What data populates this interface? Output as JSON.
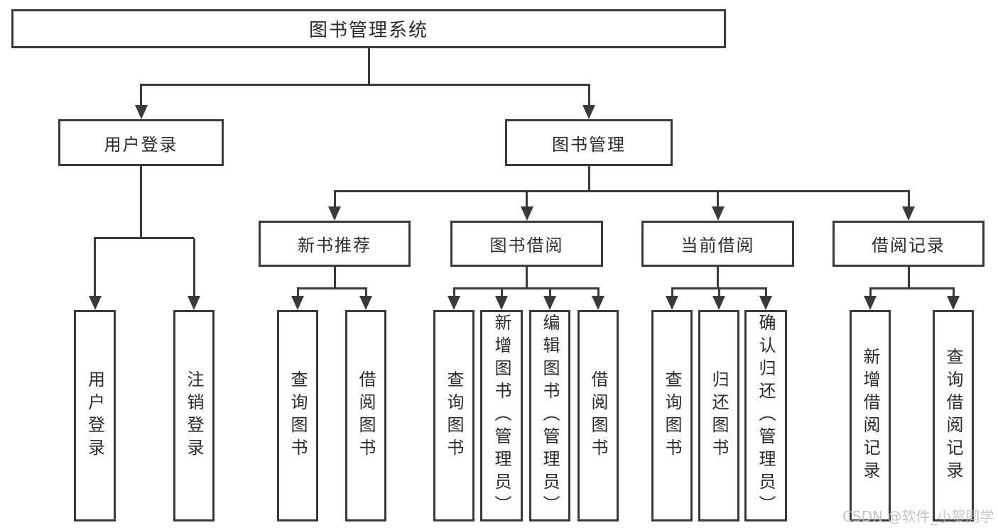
{
  "diagram": {
    "root": {
      "label": "图书管理系统"
    },
    "level2": [
      {
        "id": "user-login",
        "label": "用户登录"
      },
      {
        "id": "book-management",
        "label": "图书管理"
      }
    ],
    "level3": [
      {
        "id": "new-book-recommend",
        "label": "新书推荐"
      },
      {
        "id": "book-borrow",
        "label": "图书借阅"
      },
      {
        "id": "current-borrow",
        "label": "当前借阅"
      },
      {
        "id": "borrow-records",
        "label": "借阅记录"
      }
    ],
    "leaves": [
      {
        "id": "leaf-user-login",
        "parent": "user-login",
        "label": "用户登录"
      },
      {
        "id": "leaf-logout",
        "parent": "user-login",
        "label": "注销登录"
      },
      {
        "id": "leaf-query-books-recommend",
        "parent": "new-book-recommend",
        "label": "查询图书"
      },
      {
        "id": "leaf-borrow-books-recommend",
        "parent": "new-book-recommend",
        "label": "借阅图书"
      },
      {
        "id": "leaf-query-books-borrow",
        "parent": "book-borrow",
        "label": "查询图书"
      },
      {
        "id": "leaf-add-book-admin",
        "parent": "book-borrow",
        "label": "新增图书（管理员）"
      },
      {
        "id": "leaf-edit-book-admin",
        "parent": "book-borrow",
        "label": "编辑图书（管理员）"
      },
      {
        "id": "leaf-borrow-books",
        "parent": "book-borrow",
        "label": "借阅图书"
      },
      {
        "id": "leaf-query-books-current",
        "parent": "current-borrow",
        "label": "查询图书"
      },
      {
        "id": "leaf-return-books",
        "parent": "current-borrow",
        "label": "归还图书"
      },
      {
        "id": "leaf-confirm-return-admin",
        "parent": "current-borrow",
        "label": "确认归还（管理员）"
      },
      {
        "id": "leaf-add-borrow-record",
        "parent": "borrow-records",
        "label": "新增借阅记录"
      },
      {
        "id": "leaf-query-borrow-record",
        "parent": "borrow-records",
        "label": "查询借阅记录"
      }
    ],
    "watermark": "CSDN @软件_小贺同学",
    "colors": {
      "line": "#3a3a3a",
      "text": "#2b2b2b",
      "background": "#ffffff",
      "watermark": "#bcbcbc"
    }
  }
}
